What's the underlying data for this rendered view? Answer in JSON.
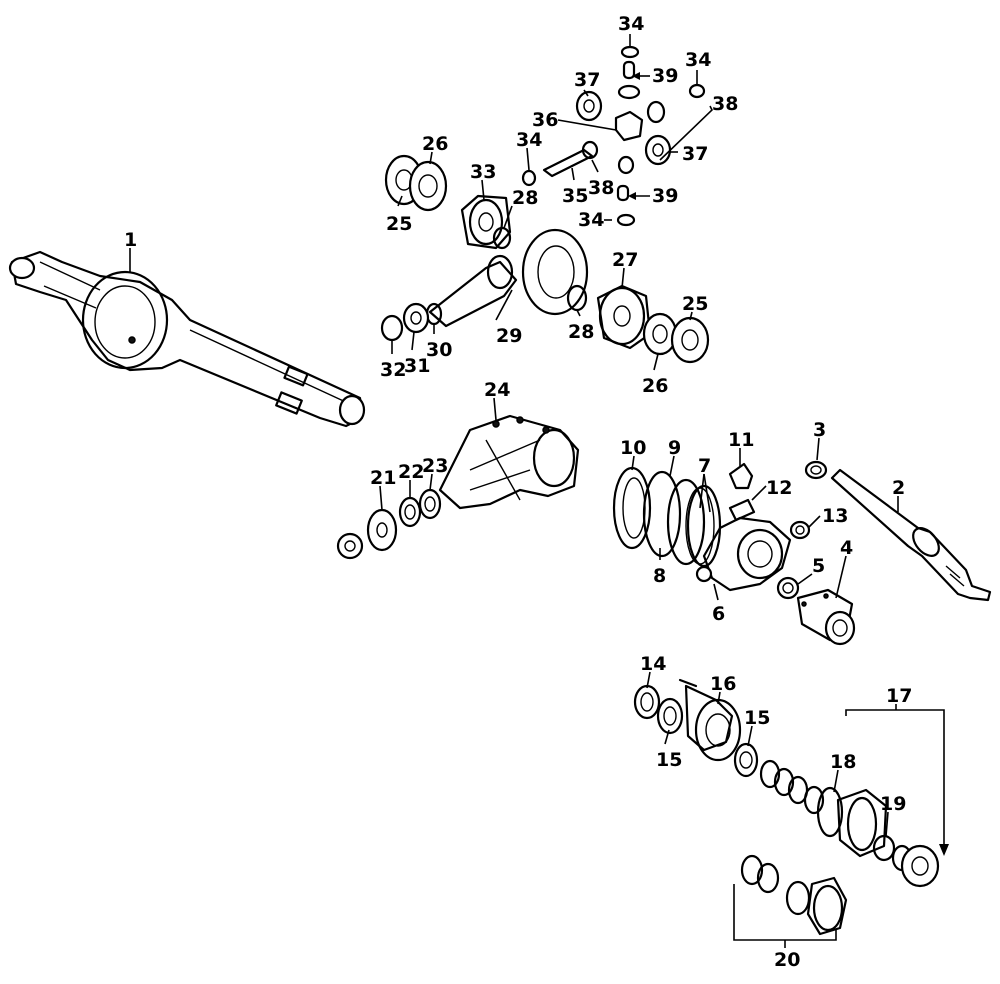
{
  "callouts": [
    {
      "id": "c1",
      "label": "1"
    },
    {
      "id": "c2",
      "label": "2"
    },
    {
      "id": "c3",
      "label": "3"
    },
    {
      "id": "c4",
      "label": "4"
    },
    {
      "id": "c5",
      "label": "5"
    },
    {
      "id": "c6",
      "label": "6"
    },
    {
      "id": "c7",
      "label": "7"
    },
    {
      "id": "c8",
      "label": "8"
    },
    {
      "id": "c9",
      "label": "9"
    },
    {
      "id": "c10",
      "label": "10"
    },
    {
      "id": "c11",
      "label": "11"
    },
    {
      "id": "c12",
      "label": "12"
    },
    {
      "id": "c13",
      "label": "13"
    },
    {
      "id": "c14",
      "label": "14"
    },
    {
      "id": "c15a",
      "label": "15"
    },
    {
      "id": "c15b",
      "label": "15"
    },
    {
      "id": "c16",
      "label": "16"
    },
    {
      "id": "c17",
      "label": "17"
    },
    {
      "id": "c18",
      "label": "18"
    },
    {
      "id": "c19",
      "label": "19"
    },
    {
      "id": "c20",
      "label": "20"
    },
    {
      "id": "c21",
      "label": "21"
    },
    {
      "id": "c22",
      "label": "22"
    },
    {
      "id": "c23",
      "label": "23"
    },
    {
      "id": "c24",
      "label": "24"
    },
    {
      "id": "c25a",
      "label": "25"
    },
    {
      "id": "c25b",
      "label": "25"
    },
    {
      "id": "c26a",
      "label": "26"
    },
    {
      "id": "c26b",
      "label": "26"
    },
    {
      "id": "c27",
      "label": "27"
    },
    {
      "id": "c28a",
      "label": "28"
    },
    {
      "id": "c28b",
      "label": "28"
    },
    {
      "id": "c29",
      "label": "29"
    },
    {
      "id": "c30",
      "label": "30"
    },
    {
      "id": "c31",
      "label": "31"
    },
    {
      "id": "c32",
      "label": "32"
    },
    {
      "id": "c33",
      "label": "33"
    },
    {
      "id": "c34a",
      "label": "34"
    },
    {
      "id": "c34b",
      "label": "34"
    },
    {
      "id": "c34c",
      "label": "34"
    },
    {
      "id": "c34d",
      "label": "34"
    },
    {
      "id": "c35",
      "label": "35"
    },
    {
      "id": "c36",
      "label": "36"
    },
    {
      "id": "c37a",
      "label": "37"
    },
    {
      "id": "c37b",
      "label": "37"
    },
    {
      "id": "c38a",
      "label": "38"
    },
    {
      "id": "c38b",
      "label": "38"
    },
    {
      "id": "c39a",
      "label": "39"
    },
    {
      "id": "c39b",
      "label": "39"
    }
  ]
}
